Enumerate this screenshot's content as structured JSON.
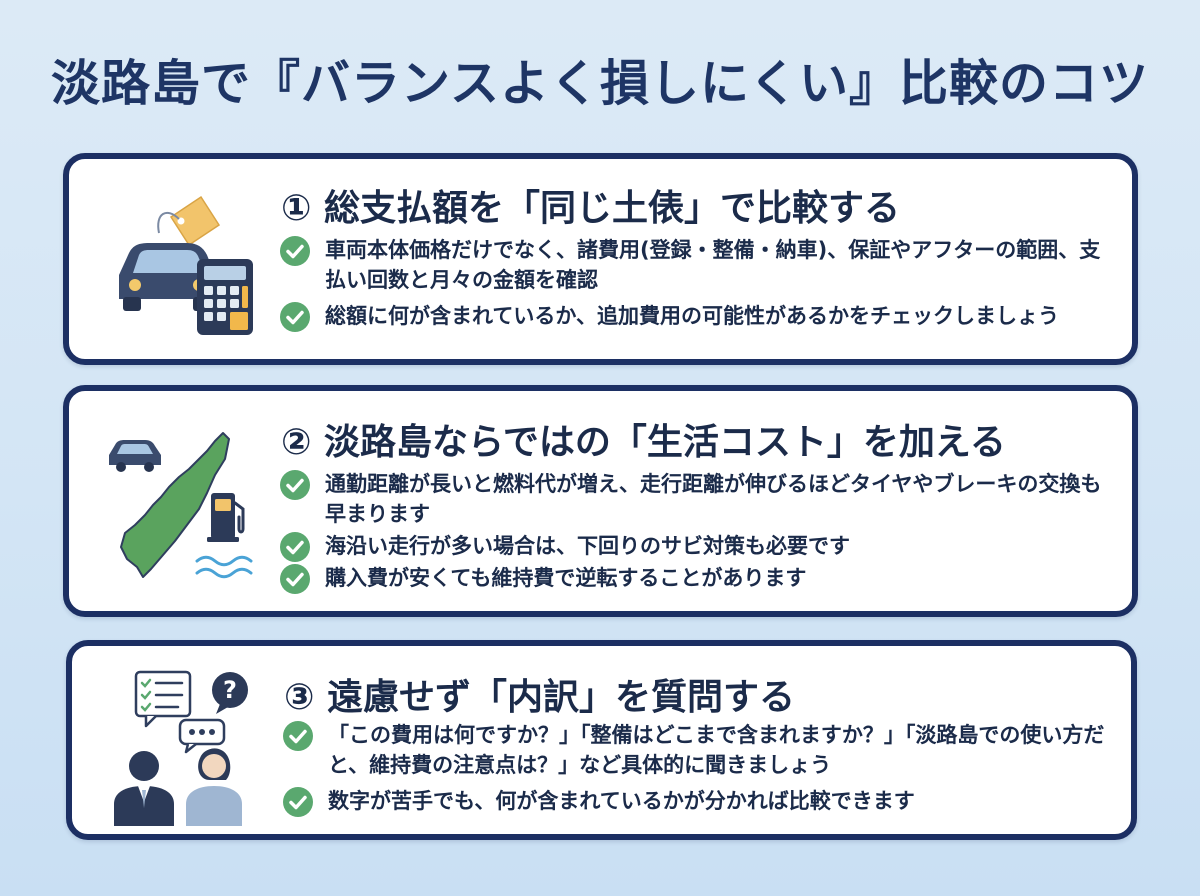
{
  "title": "淡路島で『バランスよく損しにくい』比較のコツ",
  "colors": {
    "navy": "#1c2f63",
    "check_green": "#5aa86f",
    "island_green": "#5aa35e",
    "card_bg": "#ffffff",
    "page_bg": "#d5e6f5"
  },
  "cards": [
    {
      "heading": "① 総支払額を「同じ土俵」で比較する",
      "icon": "car-price-tag-calculator-icon",
      "points": [
        "車両本体価格だけでなく、諸費用(登録・整備・納車)、保証やアフターの範囲、支払い回数と月々の金額を確認",
        "総額に何が含まれているか、追加費用の可能性があるかをチェックしましょう"
      ]
    },
    {
      "heading": "② 淡路島ならではの「生活コスト」を加える",
      "icon": "awaji-island-car-fuel-icon",
      "points": [
        "通勤距離が長いと燃料代が増え、走行距離が伸びるほどタイヤやブレーキの交換も早まります",
        "海沿い走行が多い場合は、下回りのサビ対策も必要です",
        "購入費が安くても維持費で逆転することがあります"
      ]
    },
    {
      "heading": "③ 遠慮せず「内訳」を質問する",
      "icon": "people-questions-icon",
      "points": [
        "「この費用は何ですか？」「整備はどこまで含まれますか？」「淡路島での使い方だと、維持費の注意点は？」など具体的に聞きましょう",
        "数字が苦手でも、何が含まれているかが分かれば比較できます"
      ]
    }
  ]
}
